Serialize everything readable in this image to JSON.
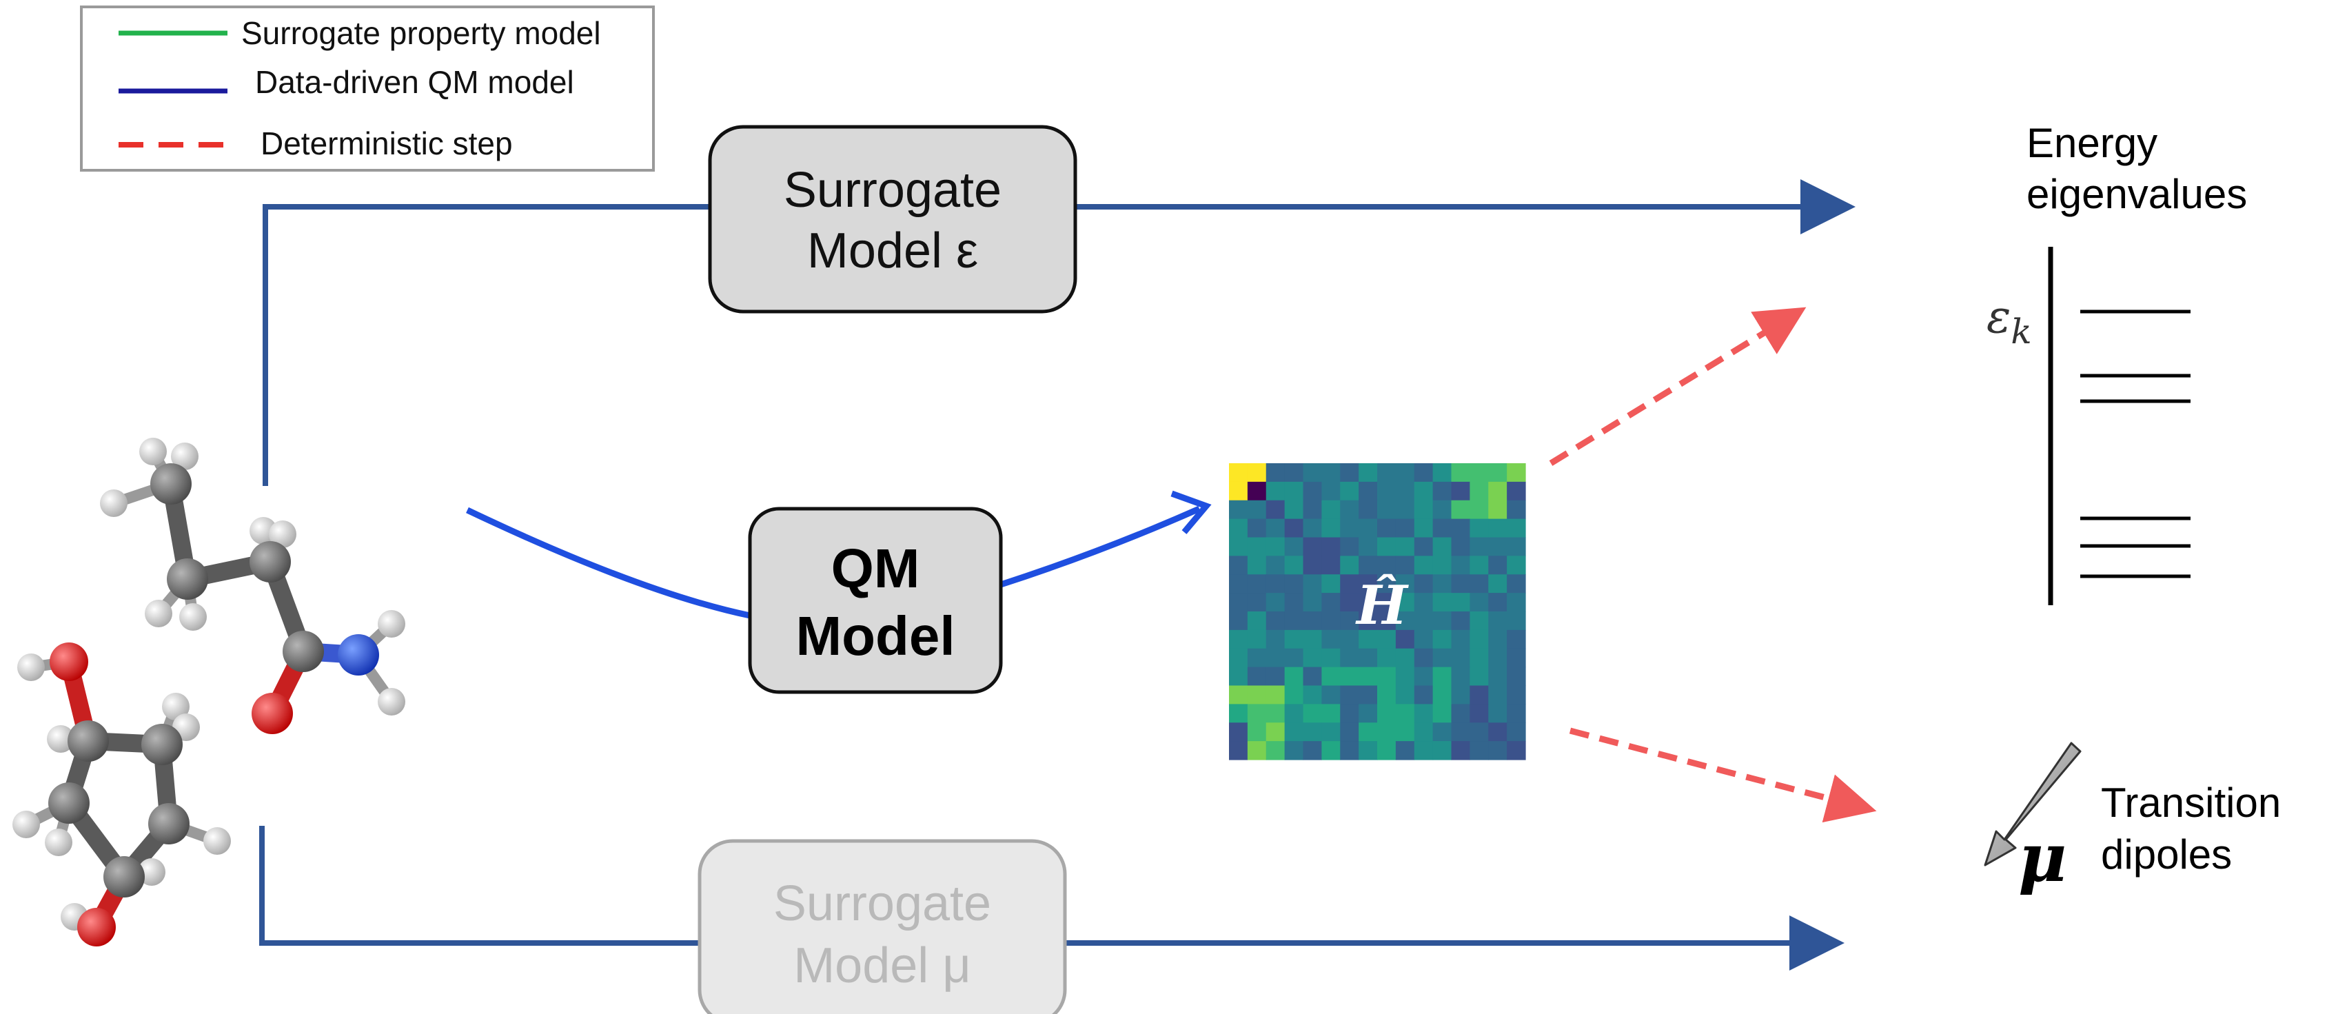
{
  "legend": {
    "items": [
      {
        "label": "Surrogate property model",
        "color": "#22b24c",
        "style": "solid"
      },
      {
        "label": "Data-driven QM model",
        "color": "#1a1a9c",
        "style": "solid"
      },
      {
        "label": "Deterministic step",
        "color": "#e8302b",
        "style": "dashed"
      }
    ]
  },
  "boxes": {
    "surrogate_energy": {
      "line1": "Surrogate",
      "line2": "Model ε"
    },
    "qm_model": {
      "line1": "QM",
      "line2": "Model"
    },
    "surrogate_dipole": {
      "line1": "Surrogate",
      "line2": "Model μ"
    }
  },
  "hamiltonian": {
    "symbol": "Ĥ"
  },
  "outputs": {
    "energy": {
      "line1": "Energy",
      "line2": "eigenvalues",
      "symbol": "εk",
      "symbol_base": "ε",
      "symbol_sub": "k"
    },
    "dipoles": {
      "line1": "Transition",
      "line2": "dipoles",
      "symbol": "μ"
    }
  },
  "colors": {
    "flow_line": "#2f5597",
    "qm_arrow": "#1f4fe0",
    "deterministic": "#f05a5a",
    "box_fill": "#d9d9d9",
    "box_faded_fill": "#e8e8e8"
  },
  "icons": {
    "molecule": "ball-and-stick-molecule",
    "hamiltonian_matrix": "heatmap-matrix",
    "dipole_arrow": "dipole-vector-arrow"
  }
}
